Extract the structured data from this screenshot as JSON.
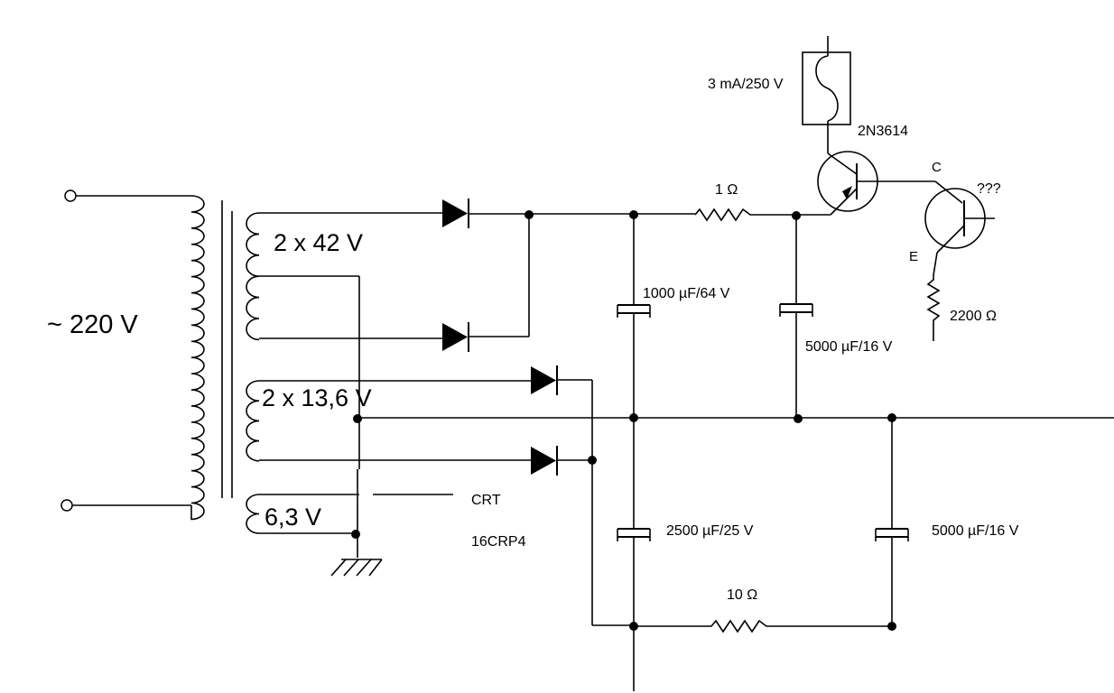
{
  "mains": {
    "label": "~ 220 V"
  },
  "secondary": {
    "hv_winding": "2 x 42 V",
    "lv_winding": "2 x 13,6 V",
    "heater_winding": "6,3 V"
  },
  "crt": {
    "label": "CRT",
    "type": "16CRP4"
  },
  "fuse": {
    "label": "3 mA/250 V"
  },
  "transistor_pass": {
    "label": "2N3614"
  },
  "transistor_unknown": {
    "label": "???",
    "collector": "C",
    "emitter": "E"
  },
  "resistors": {
    "r1": "1 Ω",
    "r_emitter": "2200 Ω",
    "r10": "10 Ω"
  },
  "capacitors": {
    "c1": "1000 µF/64 V",
    "c2": "5000 µF/16 V",
    "c3": "2500 µF/25 V",
    "c4": "5000 µF/16  V"
  }
}
